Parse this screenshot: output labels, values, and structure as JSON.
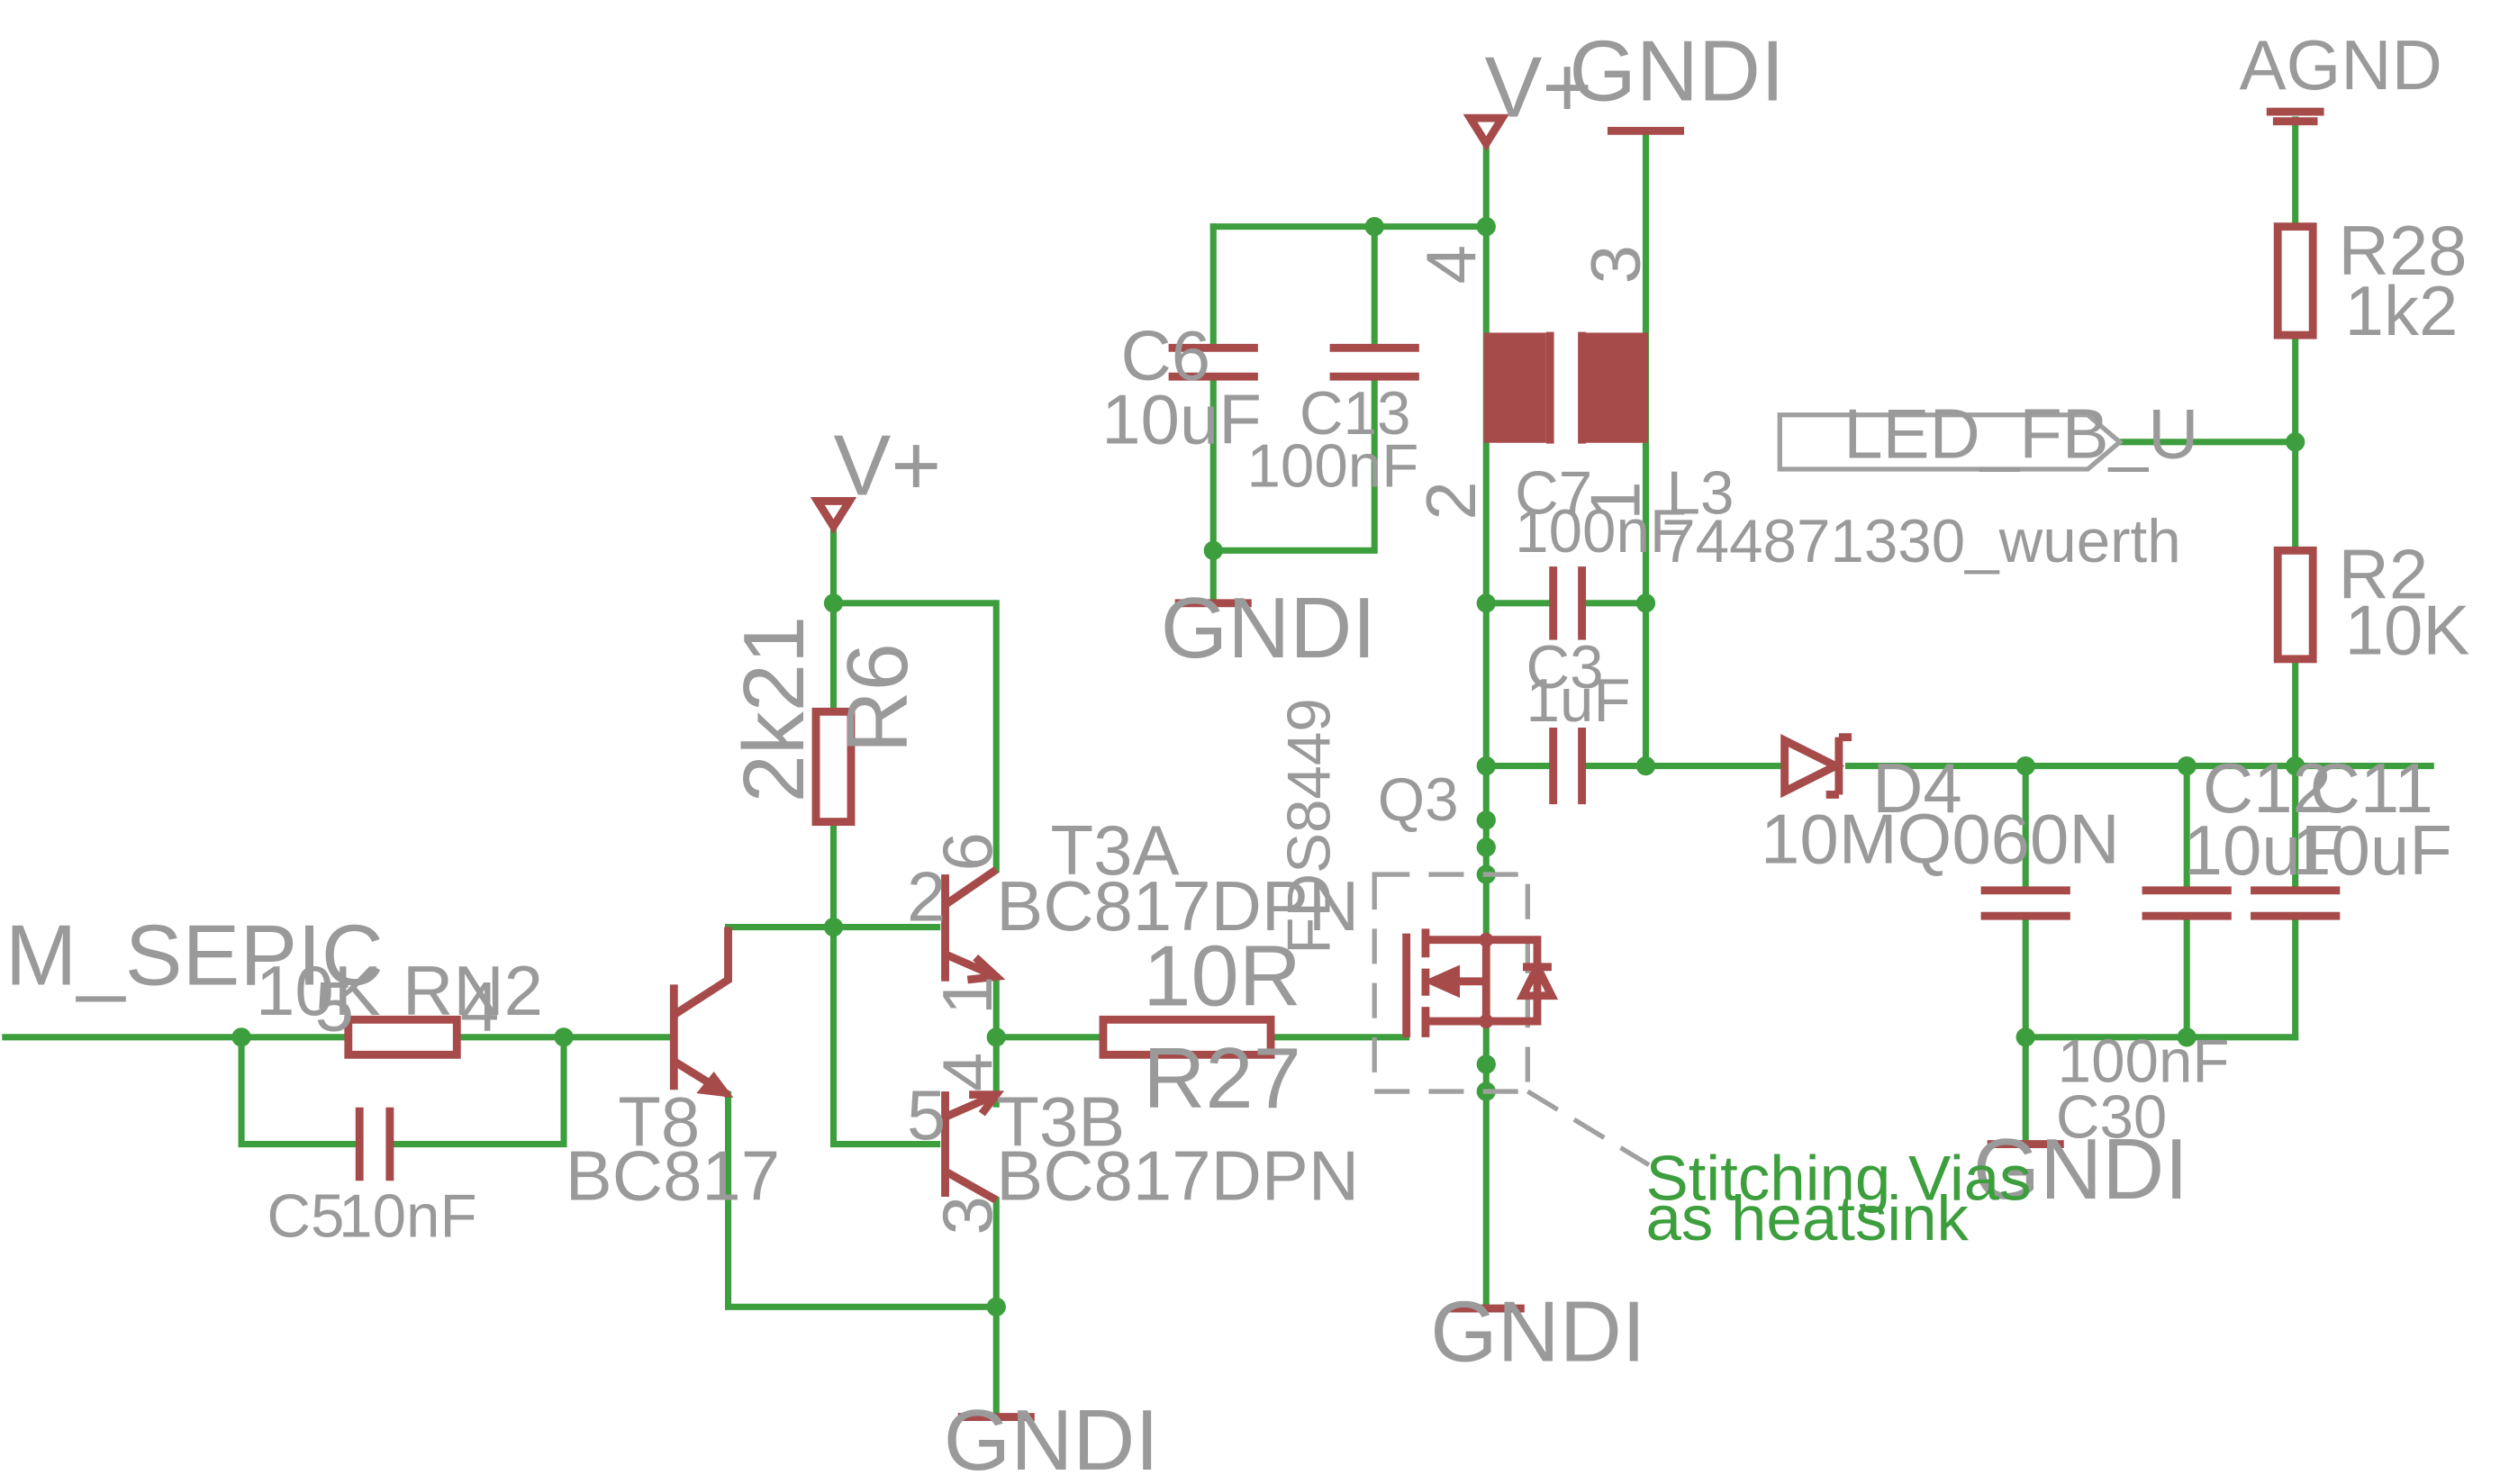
{
  "nets": {
    "vplus_top": "V+",
    "vplus_left": "V+",
    "gndi_top": "GNDI",
    "gndi_c6": "GNDI",
    "gndi_q3": "GNDI",
    "gndi_t3": "GNDI",
    "gndi_c30": "GNDI",
    "agnd": "AGND",
    "m_sepic": "M_SEPIC",
    "led_fb_u": "LED_FB_U"
  },
  "components": {
    "c6": {
      "name": "C6",
      "value": "10uF"
    },
    "c13": {
      "name": "C13",
      "value": "100nF"
    },
    "c7": {
      "name": "C7",
      "value": "100nF"
    },
    "c3": {
      "name": "C3",
      "value": "1uF"
    },
    "l3": {
      "name": "L3",
      "value": "744871330_wuerth",
      "pins": [
        "4",
        "3",
        "2",
        "1"
      ]
    },
    "r6": {
      "name": "R6",
      "value": "2k21"
    },
    "t3a": {
      "name": "T3A",
      "value": "BC817DPN",
      "pins": [
        "6",
        "2",
        "1"
      ]
    },
    "t3b": {
      "name": "T3B",
      "value": "BC817DPN",
      "pins": [
        "4",
        "5",
        "3"
      ]
    },
    "r27": {
      "name": "R27",
      "value": "10R"
    },
    "q3": {
      "name": "Q3",
      "value": "FDS8449"
    },
    "rn2": {
      "name": "RN2",
      "value": "10K",
      "pins": [
        "5",
        "4"
      ]
    },
    "c5": {
      "name": "C5",
      "value": "10nF"
    },
    "t8": {
      "name": "T8",
      "value": "BC817"
    },
    "d4": {
      "name": "D4",
      "value": "10MQ060N"
    },
    "c30": {
      "name": "C30",
      "value": "100nF"
    },
    "c12": {
      "name": "C12",
      "value": "10uF"
    },
    "c11": {
      "name": "C11",
      "value": "10uF"
    },
    "r28": {
      "name": "R28",
      "value": "1k2"
    },
    "r2": {
      "name": "R2",
      "value": "10K"
    }
  },
  "annotations": {
    "stitching_line1": "Stitching Vias",
    "stitching_line2": "as heatsink"
  },
  "colors": {
    "wire": "#3d9e3d",
    "component": "#a64a4a",
    "label": "#9a9a9a",
    "background": "#ffffff"
  }
}
